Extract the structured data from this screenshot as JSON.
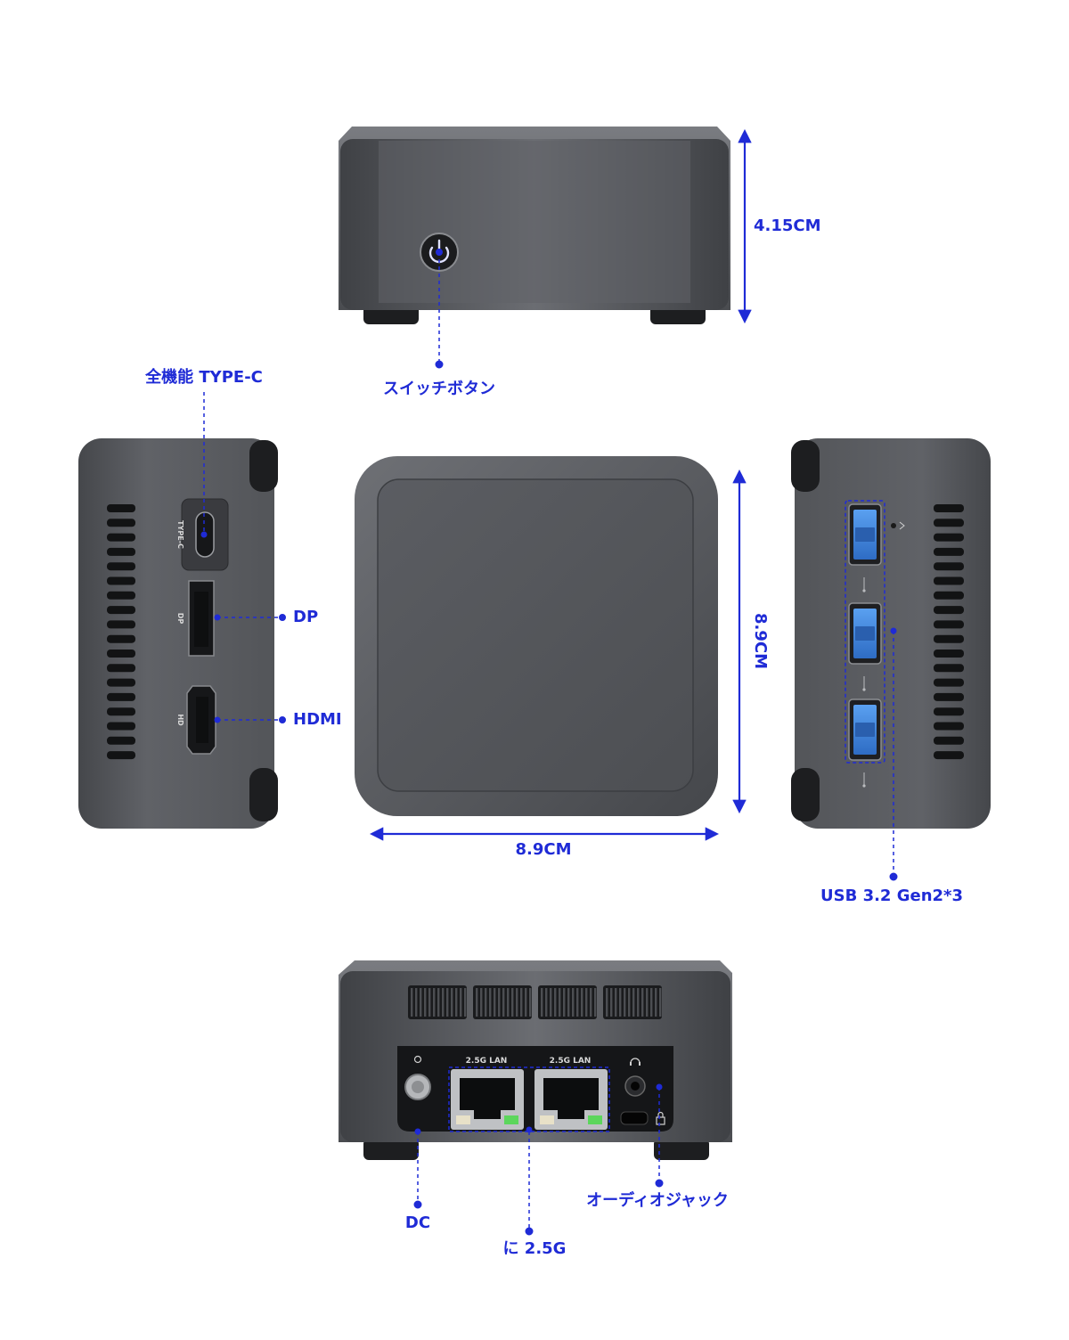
{
  "colors": {
    "accent": "#1f2bd6",
    "body": "#55575c",
    "body_dark": "#2c2d31",
    "usb_blue": "#3b7ed6",
    "background": "#ffffff"
  },
  "icons": [
    "power-icon",
    "headphone-icon",
    "power-plug-icon",
    "lock-icon",
    "usb-icon"
  ],
  "dimensions": {
    "height": "4.15CM",
    "depth": "8.9CM",
    "width": "8.9CM"
  },
  "front": {
    "power_button_label": "スイッチボタン"
  },
  "left_side": {
    "typec_label": "全機能 TYPE-C",
    "dp_label": "DP",
    "hdmi_label": "HDMI",
    "typec_print": "TYPE-C",
    "dp_print": "DP",
    "hdmi_print": "HD"
  },
  "right_side": {
    "usb_label": "USB 3.2 Gen2*3",
    "usb_port_count": 3
  },
  "rear": {
    "lan1_print": "2.5G LAN",
    "lan2_print": "2.5G LAN",
    "dc_label": "DC",
    "lan_label": "に 2.5G",
    "audio_label": "オーディオジャック"
  }
}
